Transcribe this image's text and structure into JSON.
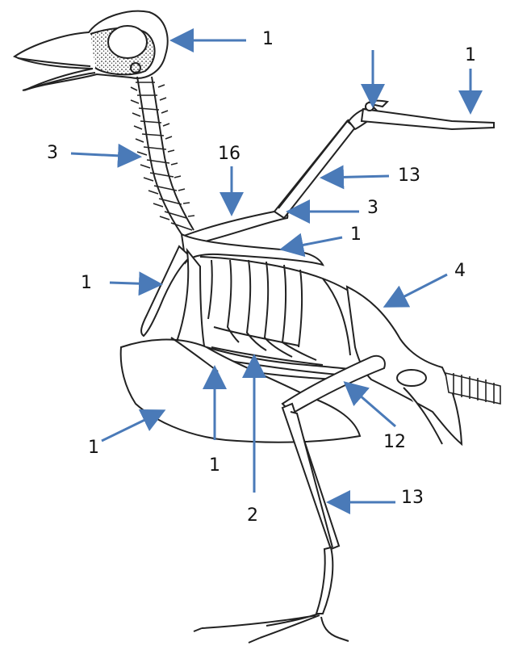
{
  "diagram": {
    "subject": "bird-skeleton",
    "arrow_color": "#4a7ab8",
    "bone_stroke": "#222222",
    "labels": {
      "skull": "1",
      "wing_tip": "1",
      "neck": "3",
      "humerus_top": "16",
      "forearm": "13",
      "wrist": "3",
      "back_rib": "1",
      "tail": "4",
      "furcula": "1",
      "keel": "1",
      "coracoid": "1",
      "ribs": "2",
      "femur": "12",
      "tibia": "13"
    }
  }
}
